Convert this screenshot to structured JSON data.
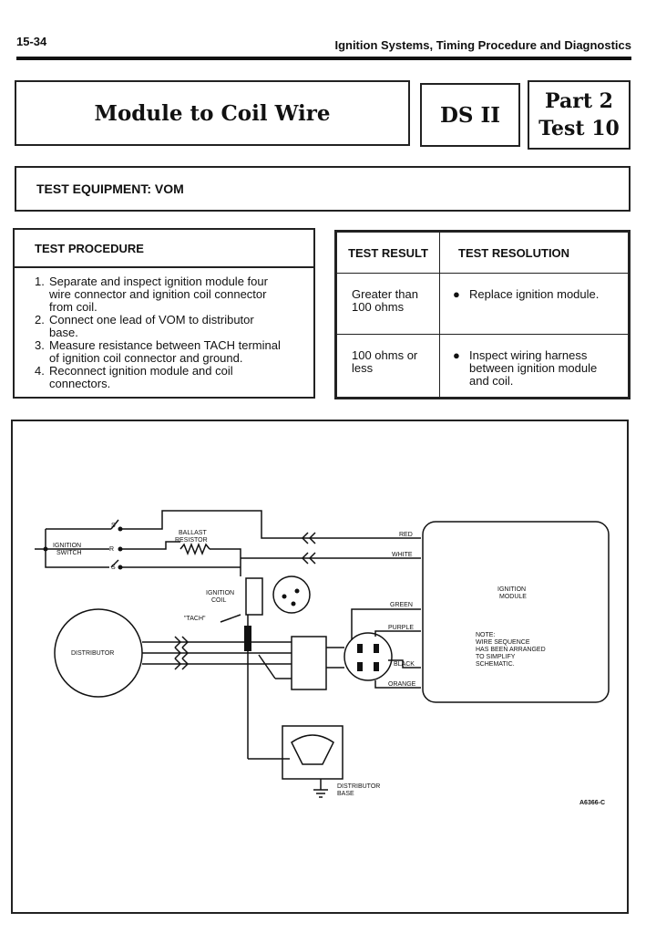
{
  "header": {
    "page_number": "15-34",
    "section_title": "Ignition Systems, Timing Procedure and Diagnostics"
  },
  "title": {
    "main": "Module to Coil Wire",
    "system": "DS II",
    "part": "Part 2",
    "test": "Test 10"
  },
  "test_equipment": "TEST EQUIPMENT: VOM",
  "procedure": {
    "heading": "TEST PROCEDURE",
    "steps": [
      {
        "num": "1.",
        "lines": [
          "Separate and inspect ignition module four",
          "wire connector and ignition coil connector",
          "from coil."
        ]
      },
      {
        "num": "2.",
        "lines": [
          "Connect one lead of VOM to distributor",
          "base."
        ]
      },
      {
        "num": "3.",
        "lines": [
          "Measure resistance between TACH terminal",
          "of ignition coil connector and ground."
        ]
      },
      {
        "num": "4.",
        "lines": [
          "Reconnect ignition module and coil",
          "connectors."
        ]
      }
    ]
  },
  "results": {
    "col_result": "TEST RESULT",
    "col_resolution": "TEST RESOLUTION",
    "rows": [
      {
        "result_lines": [
          "Greater than",
          "100 ohms"
        ],
        "resolution_lines": [
          "Replace ignition module."
        ]
      },
      {
        "result_lines": [
          "100 ohms or",
          "less"
        ],
        "resolution_lines": [
          "Inspect wiring harness",
          "between ignition module",
          "and coil."
        ]
      }
    ]
  },
  "diagram": {
    "ignition_switch": [
      "IGNITION",
      "SWITCH"
    ],
    "switch_terminals": [
      "S",
      "R",
      "S"
    ],
    "ballast_resistor": [
      "BALLAST",
      "RESISTOR"
    ],
    "ignition_coil": [
      "IGNITION",
      "COIL"
    ],
    "tach": "\"TACH\"",
    "distributor": "DISTRIBUTOR",
    "wires": [
      "RED",
      "WHITE",
      "GREEN",
      "PURPLE",
      "BLACK",
      "ORANGE"
    ],
    "module": [
      "IGNITION",
      "MODULE"
    ],
    "note": [
      "NOTE:",
      "WIRE SEQUENCE",
      "HAS BEEN ARRANGED",
      "TO SIMPLIFY",
      "SCHEMATIC."
    ],
    "distributor_base": [
      "DISTRIBUTOR",
      "BASE"
    ],
    "figure_id": "A6366-C"
  }
}
